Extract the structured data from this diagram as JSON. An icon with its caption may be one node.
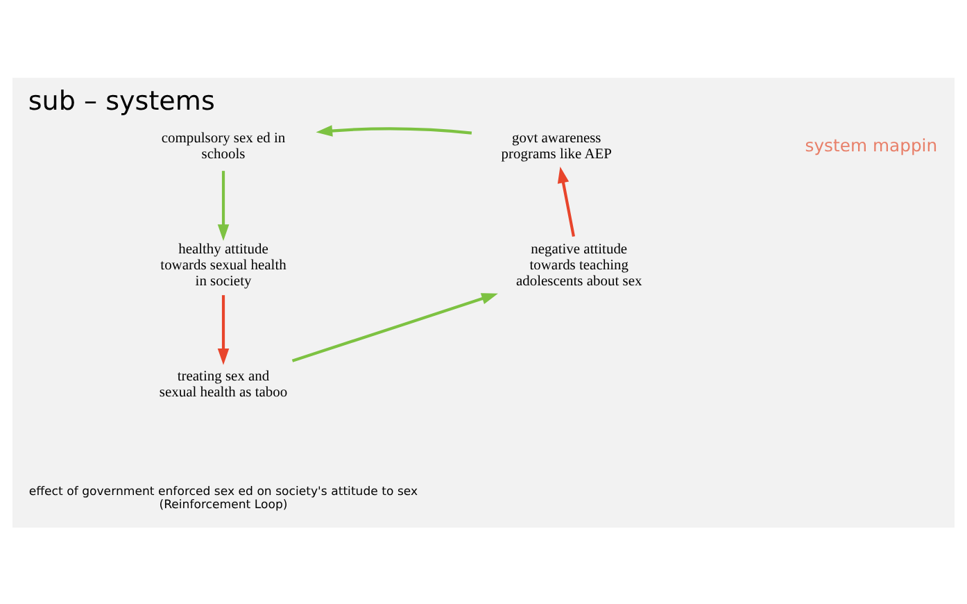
{
  "diagram": {
    "title": "sub – systems",
    "caption": "effect of government enforced sex ed on society's attitude to sex (Reinforcement Loop)",
    "nodes": [
      {
        "text": [
          "compulsory sex ed in schools"
        ]
      },
      {
        "text": [
          "govt awareness programs like AEP"
        ]
      },
      {
        "text": [
          "healthy attitude towards sexual health in society"
        ]
      },
      {
        "text": [
          "negative attitude towards teaching adolescents about sex"
        ]
      },
      {
        "text": [
          "treating sex and sexual health as taboo"
        ]
      }
    ],
    "edges": [
      {
        "from": 1,
        "to": 0,
        "arrow": "to"
      },
      {
        "from": 0,
        "to": 2,
        "arrow": "to"
      },
      {
        "from": 2,
        "to": 4,
        "arrow": "to",
        "color": "#e8452c"
      },
      {
        "from": 4,
        "to": 3,
        "arrow": "to"
      },
      {
        "from": 3,
        "to": 1,
        "arrow": "to",
        "color": "#e8452c"
      }
    ],
    "labels": [
      "system mappin"
    ]
  }
}
